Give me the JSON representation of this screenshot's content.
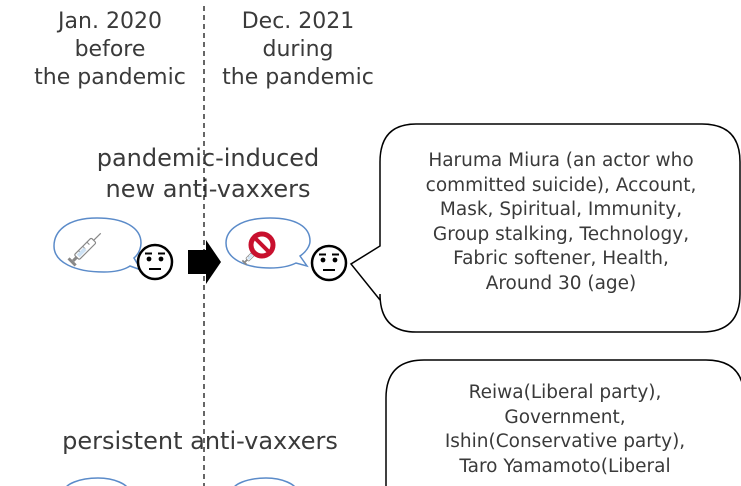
{
  "columns": [
    {
      "lines": [
        "Jan. 2020",
        "before",
        "the pandemic"
      ]
    },
    {
      "lines": [
        "Dec. 2021",
        "during",
        "the pandemic"
      ]
    }
  ],
  "sections": [
    {
      "title_lines": [
        "pandemic-induced",
        "new anti-vaxxers"
      ],
      "keywords_lines": [
        "Haruma Miura (an actor who",
        "committed suicide), Account,",
        "Mask, Spiritual, Immunity,",
        "Group stalking, Technology,",
        "Fabric softener, Health,",
        "Around 30 (age)"
      ]
    },
    {
      "title_lines": [
        "persistent anti-vaxxers"
      ],
      "keywords_lines": [
        "Reiwa(Liberal party),",
        "Government,",
        "Ishin(Conservative party),",
        "Taro Yamamoto(Liberal"
      ]
    }
  ],
  "colors": {
    "thought_bubble_stroke": "#5b8bc9",
    "prohibit_red": "#c8102e",
    "arrow": "#000000",
    "text": "#3a3a3a"
  },
  "icons": [
    "syringe-icon",
    "neutral-face-icon",
    "right-arrow-icon",
    "no-vaccine-icon"
  ]
}
